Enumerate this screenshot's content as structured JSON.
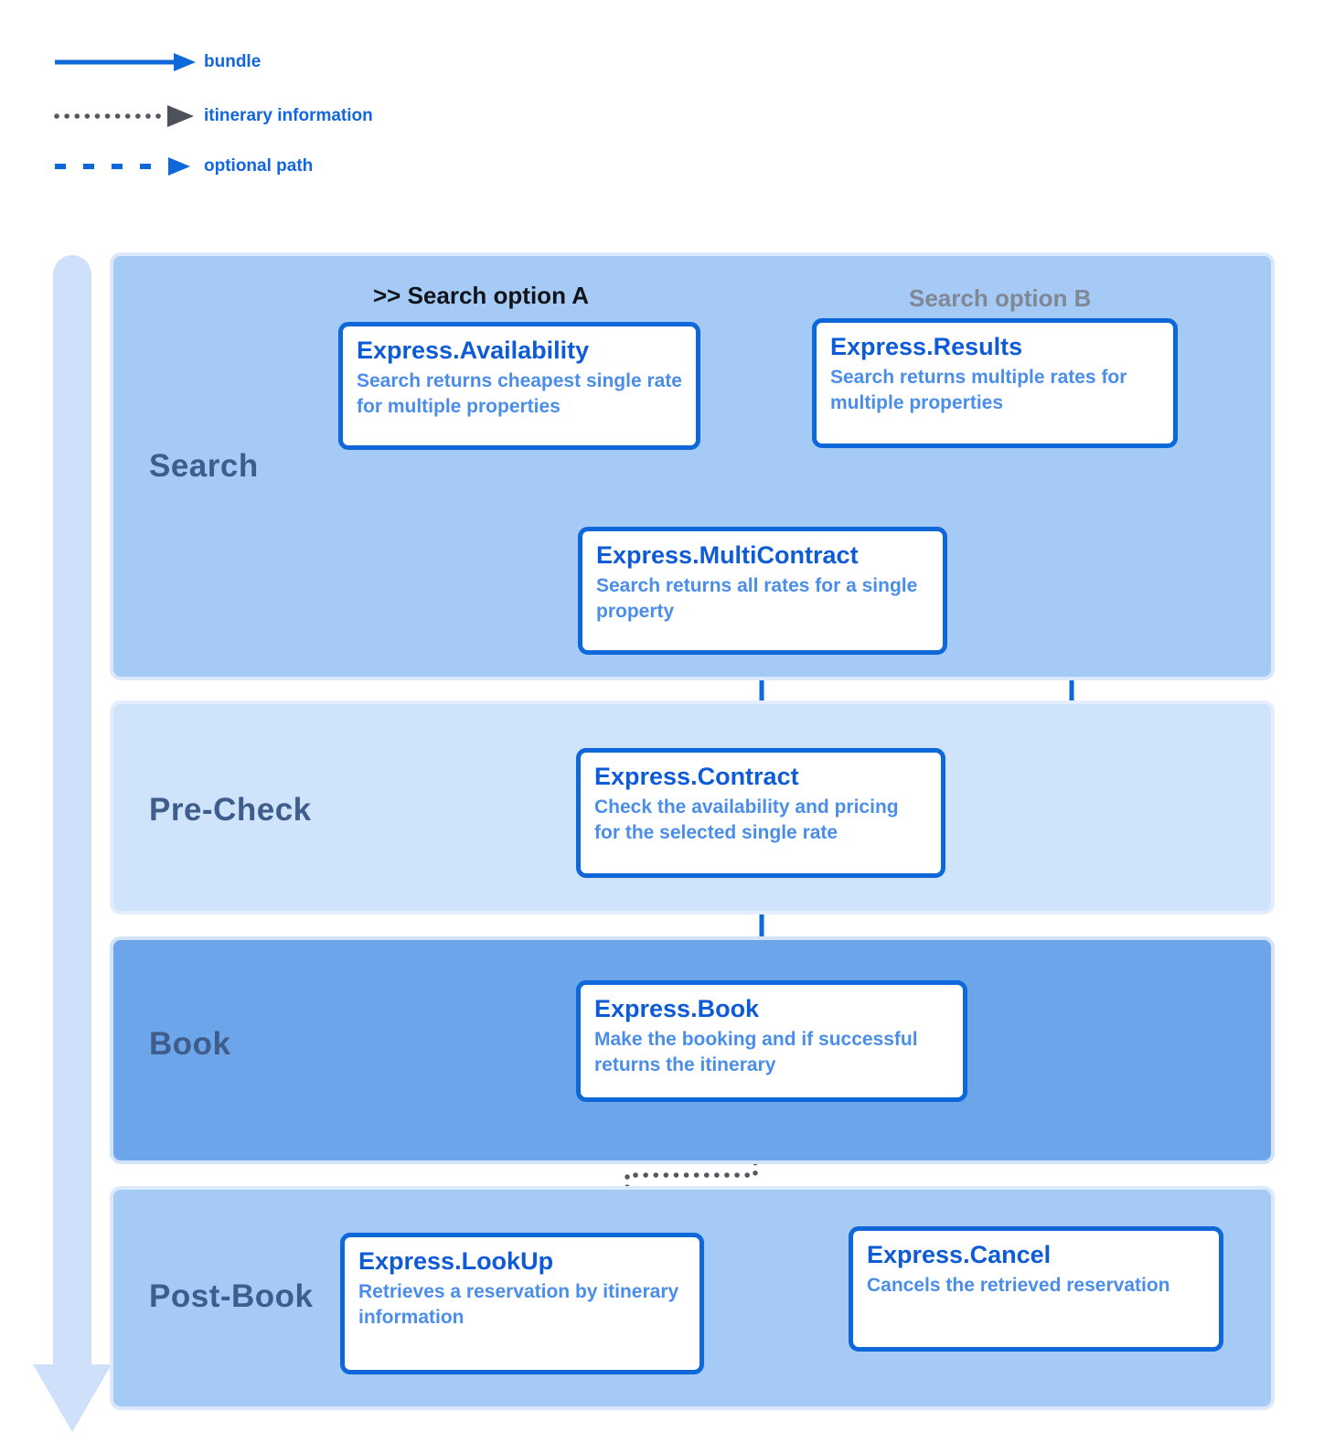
{
  "legend": {
    "items": [
      {
        "id": "bundle",
        "label": "bundle",
        "line_style": "solid",
        "line_color": "#1266df"
      },
      {
        "id": "itinerary",
        "label": "itinerary information",
        "line_style": "dotted",
        "line_color": "#53585f"
      },
      {
        "id": "optional",
        "label": "optional path",
        "line_style": "dashed",
        "line_color": "#1266df"
      }
    ]
  },
  "lanes": [
    {
      "id": "search",
      "label": "Search",
      "fill": "#a5caf5"
    },
    {
      "id": "precheck",
      "label": "Pre-Check",
      "fill": "#cfe3fb"
    },
    {
      "id": "book",
      "label": "Book",
      "fill": "#6ca5e9"
    },
    {
      "id": "postbook",
      "label": "Post-Book",
      "fill": "#a5caf5"
    }
  ],
  "annotations": {
    "search_option_a": ">> Search option A",
    "search_option_b": "Search option B"
  },
  "nodes": [
    {
      "id": "availability",
      "lane": "search",
      "title": "Express.Availability",
      "description": "Search returns cheapest single rate for multiple properties"
    },
    {
      "id": "results",
      "lane": "search",
      "title": "Express.Results",
      "description": "Search returns multiple rates for multiple properties"
    },
    {
      "id": "multicontract",
      "lane": "search",
      "title": "Express.MultiContract",
      "description": "Search returns all rates for a single property"
    },
    {
      "id": "contract",
      "lane": "precheck",
      "title": "Express.Contract",
      "description": "Check the availability and pricing for the selected single rate"
    },
    {
      "id": "book",
      "lane": "book",
      "title": "Express.Book",
      "description": "Make the booking and if successful returns the itinerary"
    },
    {
      "id": "lookup",
      "lane": "postbook",
      "title": "Express.LookUp",
      "description": "Retrieves a reservation by itinerary information"
    },
    {
      "id": "cancel",
      "lane": "postbook",
      "title": "Express.Cancel",
      "description": "Cancels the retrieved reservation"
    }
  ],
  "edges": [
    {
      "from": "availability",
      "to": "multicontract",
      "type": "bundle"
    },
    {
      "from": "results",
      "to": "multicontract",
      "type": "bundle"
    },
    {
      "from": "results",
      "to": "contract",
      "type": "bundle"
    },
    {
      "from": "multicontract",
      "to": "contract",
      "type": "bundle"
    },
    {
      "from": "contract",
      "to": "book",
      "type": "bundle"
    },
    {
      "from": "book",
      "to": "lookup",
      "type": "itinerary information"
    },
    {
      "from": "lookup",
      "to": "cancel",
      "type": "optional path"
    }
  ],
  "colors": {
    "node_border": "#0e68da",
    "node_title": "#0e5bd8",
    "node_description": "#4a8eea",
    "lane_label": "#3e5c8c",
    "legend_text": "#1266df",
    "dotted_gray": "#53585f",
    "option_b_gray": "#7f8894",
    "flow_arrow": "#cfe1fa"
  }
}
